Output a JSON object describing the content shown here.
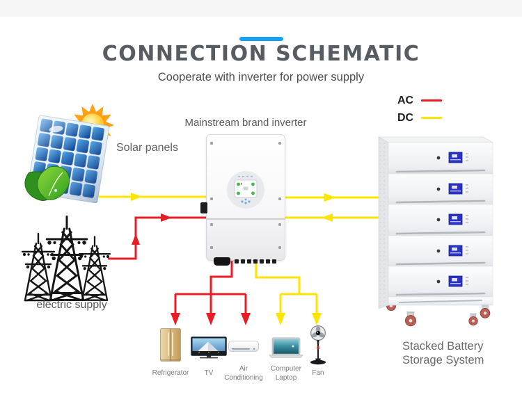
{
  "page": {
    "title": "CONNECTION SCHEMATIC",
    "subtitle": "Cooperate with inverter for power supply",
    "accent_color": "#18A0EF"
  },
  "legend": {
    "items": [
      {
        "label": "AC",
        "color": "#E81C24"
      },
      {
        "label": "DC",
        "color": "#FFE400"
      }
    ]
  },
  "diagram": {
    "wire_colors": {
      "ac": "#E81C24",
      "dc": "#FFE400"
    },
    "solar": {
      "label": "Solar panels",
      "icon": "solar-panel-icon"
    },
    "grid": {
      "label": "electric supply",
      "icon": "power-pylons-icon"
    },
    "inverter": {
      "label": "Mainstream brand inverter",
      "icon": "inverter-icon"
    },
    "battery": {
      "label_line1": "Stacked Battery",
      "label_line2": "Storage System",
      "icon": "battery-stack-icon"
    },
    "appliances": [
      {
        "label": "Refrigerator",
        "icon": "refrigerator-icon",
        "feed": "AC"
      },
      {
        "label": "TV",
        "icon": "tv-icon",
        "feed": "AC"
      },
      {
        "label": "Air Conditioning",
        "icon": "air-conditioner-icon",
        "feed": "AC"
      },
      {
        "label": "Computer Laptop",
        "icon": "laptop-icon",
        "feed": "DC"
      },
      {
        "label": "Fan",
        "icon": "fan-icon",
        "feed": "DC"
      }
    ]
  }
}
